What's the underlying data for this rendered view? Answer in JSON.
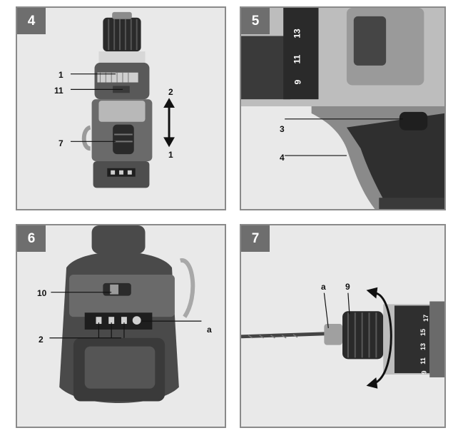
{
  "figures": [
    {
      "number": "4",
      "callouts": {
        "c1": "1",
        "c11": "11",
        "c7": "7",
        "arrow_top": "2",
        "arrow_bottom": "1"
      }
    },
    {
      "number": "5",
      "callouts": {
        "c3": "3",
        "c4": "4"
      },
      "ring_numbers": [
        "13",
        "11",
        "9"
      ]
    },
    {
      "number": "6",
      "callouts": {
        "c10": "10",
        "c2": "2",
        "ca": "a"
      }
    },
    {
      "number": "7",
      "callouts": {
        "ca": "a",
        "c9": "9"
      },
      "ring_numbers": [
        "17",
        "15",
        "13",
        "11",
        "9"
      ]
    }
  ]
}
